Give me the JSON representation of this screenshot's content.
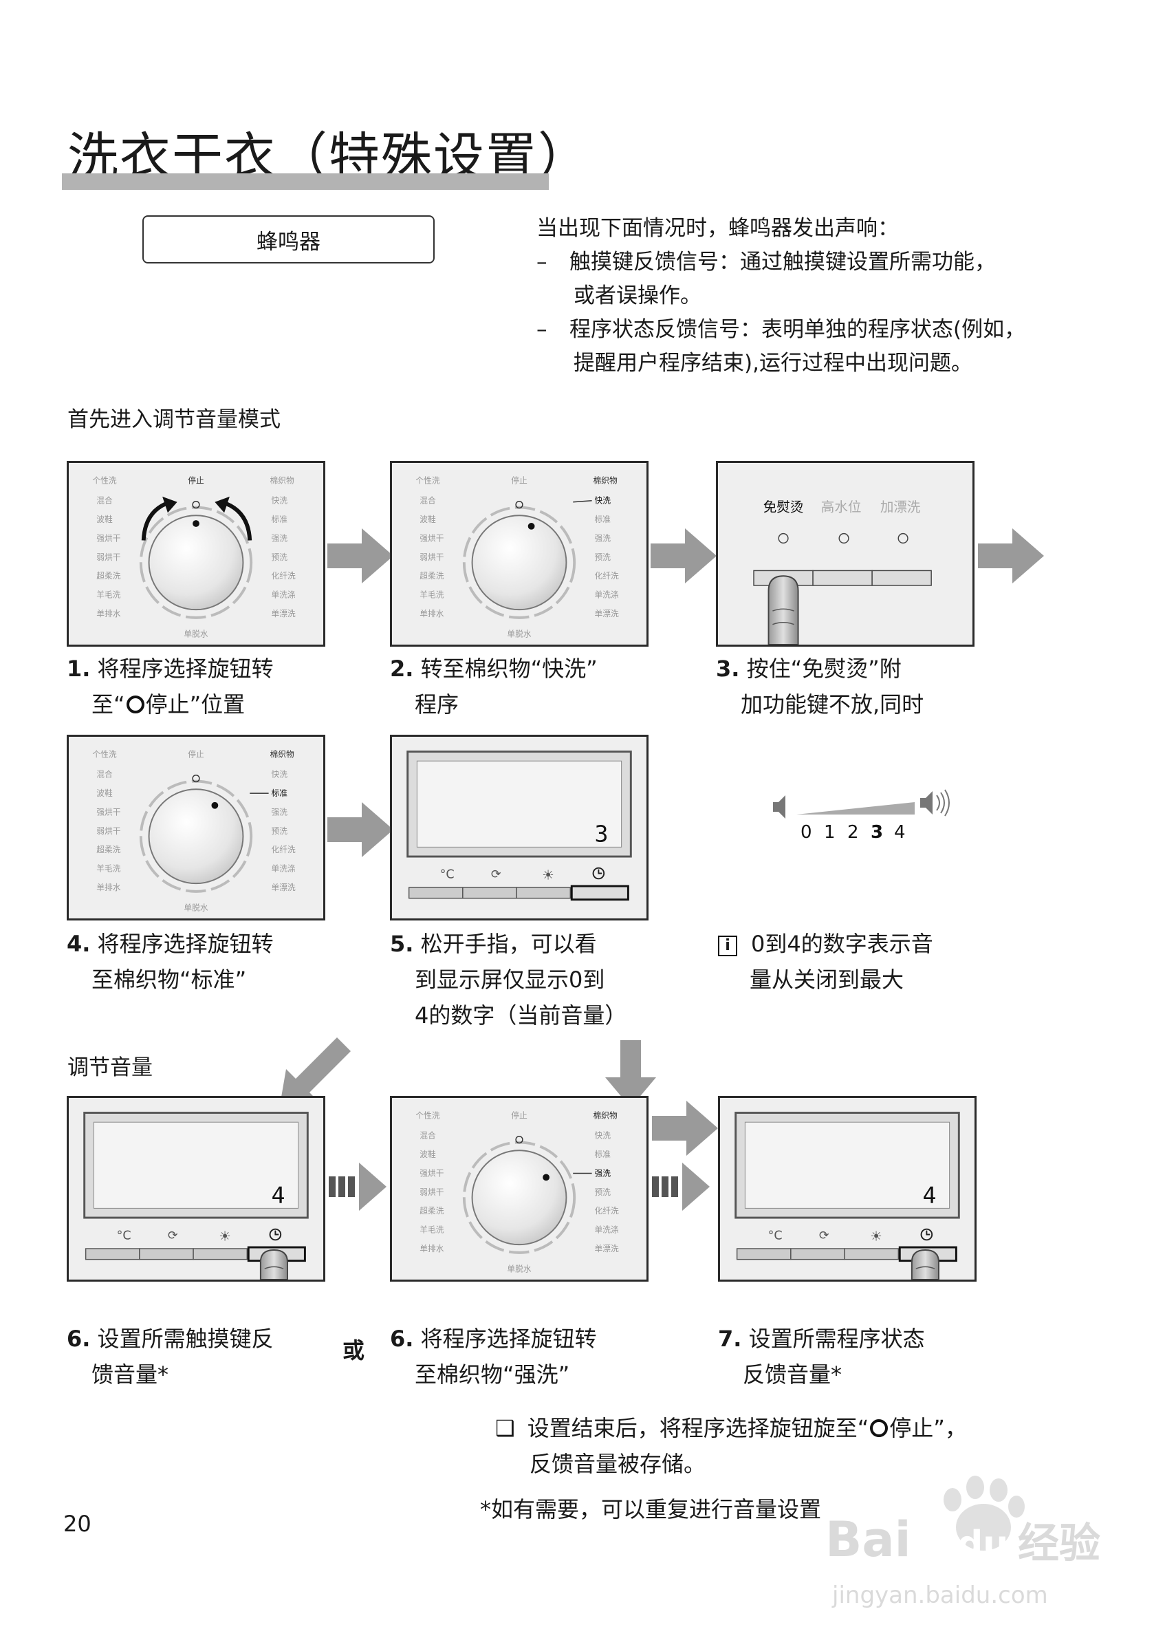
{
  "title": "洗衣干衣（特殊设置）",
  "buzzer_label": "蜂鸣器",
  "intro": {
    "line1": "当出现下面情况时，蜂鸣器发出声响：",
    "dash": "–",
    "item1_a": "触摸键反馈信号：通过触摸键设置所需功能，",
    "item1_b": "或者误操作。",
    "item2_a": "程序状态反馈信号：表明单独的程序状态(例如，",
    "item2_b": "提醒用户程序结束),运行过程中出现问题。"
  },
  "section1": "首先进入调节音量模式",
  "section2": "调节音量",
  "dial": {
    "top_left": "个性洗",
    "top_mid": "停止",
    "top_right": "棉织物",
    "left": [
      "混合",
      "波鞋",
      "强烘干",
      "弱烘干",
      "超柔洗",
      "羊毛洗",
      "单排水"
    ],
    "right": [
      "快洗",
      "标准",
      "强洗",
      "预洗",
      "化纤洗",
      "单洗涤",
      "单漂洗"
    ],
    "bottom": "单脱水"
  },
  "options": {
    "opt1": "免熨烫",
    "opt2": "高水位",
    "opt3": "加漂洗"
  },
  "display": {
    "num_step5": "3",
    "num_step6": "4",
    "num_step7": "4",
    "temp_symbol": "°C"
  },
  "volume_scale": {
    "d0": "0",
    "d1": "1",
    "d2": "2",
    "d3": "3",
    "d4": "4"
  },
  "steps": {
    "s1_num": "1.",
    "s1_a": "将程序选择旋钮转",
    "s1_b_pre": "至“",
    "s1_b_post": "停止”位置",
    "s2_num": "2.",
    "s2_a": "转至棉织物“快洗”",
    "s2_b": "程序",
    "s3_num": "3.",
    "s3_a": "按住“免熨烫”附",
    "s3_b": "加功能键不放,同时",
    "s4_num": "4.",
    "s4_a": "将程序选择旋钮转",
    "s4_b": "至棉织物“标准”",
    "s5_num": "5.",
    "s5_a": "松开手指，可以看",
    "s5_b": "到显示屏仅显示0到",
    "s5_c": "4的数字（当前音量）",
    "info_icon": "i",
    "info_a": "0到4的数字表示音",
    "info_b": "量从关闭到最大",
    "s6a_num": "6.",
    "s6a_a": "设置所需触摸键反",
    "s6a_b": "馈音量*",
    "or": "或",
    "s6b_num": "6.",
    "s6b_a": "将程序选择旋钮转",
    "s6b_b": "至棉织物“强洗”",
    "s7_num": "7.",
    "s7_a": "设置所需程序状态",
    "s7_b": "反馈音量*"
  },
  "notes": {
    "checkbox": "❑",
    "end_a_pre": "设置结束后，将程序选择旋钮旋至“",
    "end_a_post": "停止”，",
    "end_b": "反馈音量被存储。",
    "repeat": "*如有需要，可以重复进行音量设置"
  },
  "page_number": "20",
  "watermark": {
    "brand": "Bai",
    "brand2": "du",
    "cn": "经验",
    "url": "jingyan.baidu.com"
  }
}
